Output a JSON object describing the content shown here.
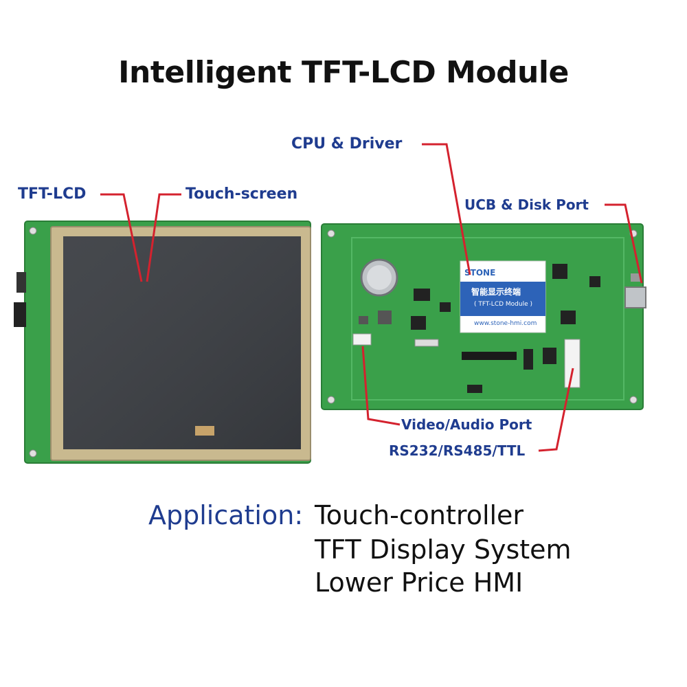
{
  "title": "Intelligent TFT-LCD Module",
  "callouts": {
    "tft_lcd": "TFT-LCD",
    "touch_screen": "Touch-screen",
    "cpu_driver": "CPU & Driver",
    "ucb_disk_port": "UCB & Disk Port",
    "video_audio_port": "Video/Audio Port",
    "serial_ports": "RS232/RS485/TTL"
  },
  "board_label": {
    "brand": "STONE",
    "chinese": "智能显示终端",
    "model": "( TFT-LCD Module )",
    "website": "www.stone-hmi.com"
  },
  "application": {
    "label": "Application:",
    "items": [
      "Touch-controller",
      "TFT Display System",
      "Lower Price HMI"
    ]
  },
  "colors": {
    "callout_text": "#1f3c8f",
    "leader_line": "#d4222e",
    "pcb_green": "#3aa04a",
    "screen": "#3a3d42",
    "label_blue": "#2d63b8"
  }
}
